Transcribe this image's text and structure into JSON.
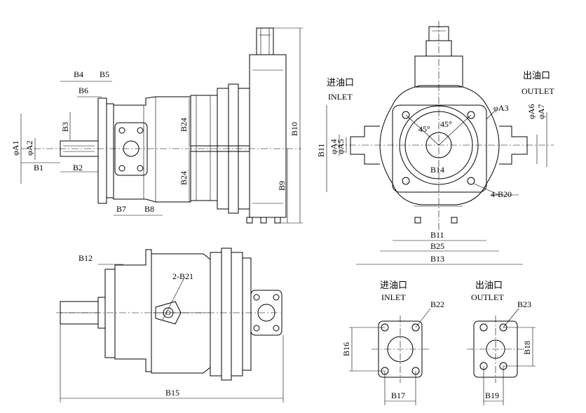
{
  "labels": {
    "A1": "φA1",
    "A2": "φA2",
    "A3": "φA3",
    "A4": "φA4",
    "A5": "φA5",
    "A6": "φA6",
    "A7": "φA7",
    "B1": "B1",
    "B2": "B2",
    "B3": "B3",
    "B4": "B4",
    "B5": "B5",
    "B6": "B6",
    "B7": "B7",
    "B8": "B8",
    "B9": "B9",
    "B10": "B10",
    "B11v": "B11",
    "B11h": "B11",
    "B12": "B12",
    "B13": "B13",
    "B14": "B14",
    "B15": "B15",
    "B16": "B16",
    "B17": "B17",
    "B18": "B18",
    "B19": "B19",
    "B20": "4-B20",
    "B21": "2-B21",
    "B22": "B22",
    "B23": "B23",
    "B24a": "B24",
    "B24b": "B24",
    "B25": "B25",
    "ang1": "45°",
    "ang2": "45°"
  },
  "inlet_cn": "进油口",
  "inlet_en": "INLET",
  "outlet_cn": "出油口",
  "outlet_en": "OUTLET",
  "inlet2_cn": "进油口",
  "inlet2_en": "INLET",
  "outlet2_cn": "出油口",
  "outlet2_en": "OUTLET"
}
